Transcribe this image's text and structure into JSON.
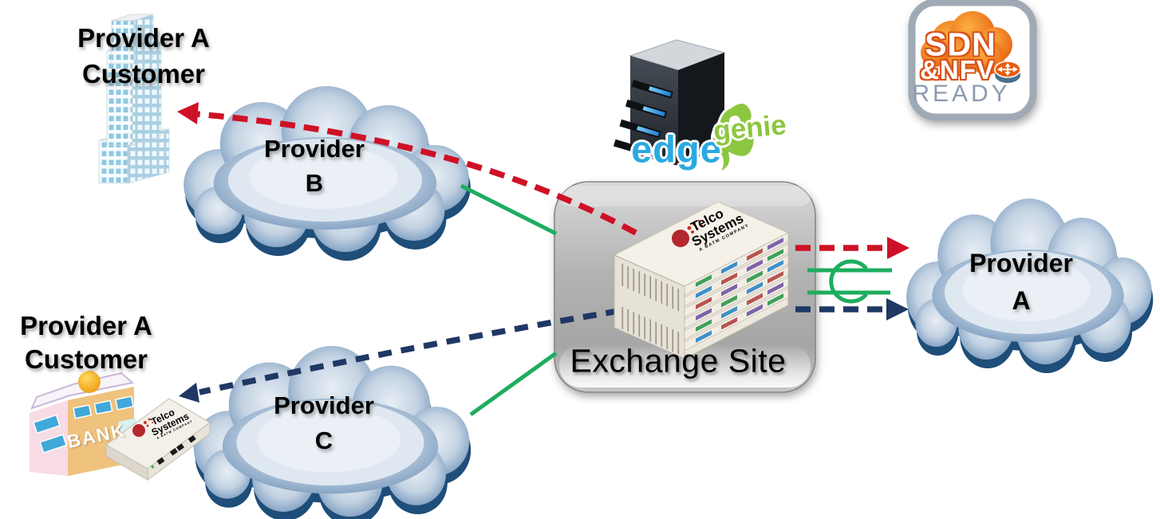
{
  "labels": {
    "customer_top": {
      "line1": "Provider A",
      "line2": "Customer"
    },
    "customer_bottom": {
      "line1": "Provider A",
      "line2": "Customer"
    },
    "cloud_b": {
      "line1": "Provider",
      "line2": "B"
    },
    "cloud_c": {
      "line1": "Provider",
      "line2": "C"
    },
    "cloud_a": {
      "line1": "Provider",
      "line2": "A"
    },
    "exchange_site": "Exchange Site",
    "bank": "BANK"
  },
  "logos": {
    "edgegenie": {
      "edge": "edge",
      "genie": "genie"
    },
    "sdn_badge": {
      "line1": "SDN",
      "line2": "&NFV",
      "ready": "READY"
    },
    "telco": {
      "line1": "Telco",
      "line2": "Systems",
      "tagline": "A BATM COMPANY"
    }
  },
  "colors": {
    "red_path": "#CE1126",
    "navy_path": "#1F3864",
    "green_link": "#1EAD5E",
    "cloud_rim": "#7897BA",
    "cloud_fill": "#E7EDF4",
    "cloud_shadow": "#1E4E79",
    "edge_blue": "#2BA9E0",
    "genie_green": "#8DC63F",
    "badge_orange": "#E85D10",
    "badge_ready_gray": "#8C9BAE",
    "bank_gold": "#F5A81C"
  },
  "connections": [
    {
      "id": "red-service-left",
      "color": "#CE1126",
      "style": "dashed-arrow",
      "from": "exchange-site",
      "through": "provider-b-cloud",
      "to": "provider-a-customer-top"
    },
    {
      "id": "red-service-right",
      "color": "#CE1126",
      "style": "dashed-arrow",
      "from": "exchange-site",
      "to": "provider-a-cloud"
    },
    {
      "id": "navy-service-left",
      "color": "#1F3864",
      "style": "dashed-arrow",
      "from": "exchange-site",
      "through": "provider-c-cloud",
      "to": "provider-a-customer-bottom"
    },
    {
      "id": "navy-service-right",
      "color": "#1F3864",
      "style": "dashed-arrow",
      "from": "exchange-site",
      "to": "provider-a-cloud"
    },
    {
      "id": "green-link-b",
      "color": "#1EAD5E",
      "style": "solid",
      "from": "provider-b-cloud",
      "to": "exchange-site"
    },
    {
      "id": "green-link-c",
      "color": "#1EAD5E",
      "style": "solid",
      "from": "provider-c-cloud",
      "to": "exchange-site"
    },
    {
      "id": "green-link-a-bundle",
      "color": "#1EAD5E",
      "style": "solid-pair-bundled",
      "from": "exchange-site",
      "to": "provider-a-cloud"
    }
  ]
}
